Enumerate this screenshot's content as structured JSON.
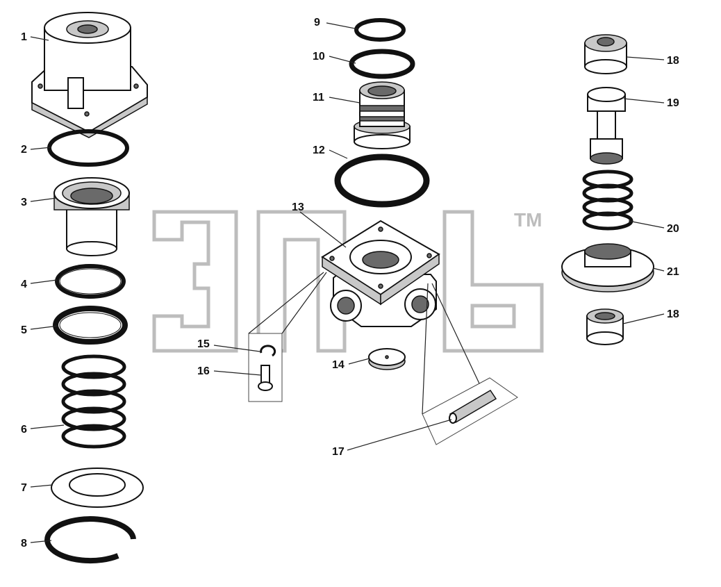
{
  "watermark": {
    "trademark": "TM"
  },
  "labels": [
    {
      "id": "1",
      "text": "1"
    },
    {
      "id": "2",
      "text": "2"
    },
    {
      "id": "3",
      "text": "3"
    },
    {
      "id": "4",
      "text": "4"
    },
    {
      "id": "5",
      "text": "5"
    },
    {
      "id": "6",
      "text": "6"
    },
    {
      "id": "7",
      "text": "7"
    },
    {
      "id": "8",
      "text": "8"
    },
    {
      "id": "9",
      "text": "9"
    },
    {
      "id": "10",
      "text": "10"
    },
    {
      "id": "11",
      "text": "11"
    },
    {
      "id": "12",
      "text": "12"
    },
    {
      "id": "13",
      "text": "13"
    },
    {
      "id": "14",
      "text": "14"
    },
    {
      "id": "15",
      "text": "15"
    },
    {
      "id": "16",
      "text": "16"
    },
    {
      "id": "17",
      "text": "17"
    },
    {
      "id": "18a",
      "text": "18"
    },
    {
      "id": "18b",
      "text": "18"
    },
    {
      "id": "19",
      "text": "19"
    },
    {
      "id": "20",
      "text": "20"
    },
    {
      "id": "21",
      "text": "21"
    }
  ]
}
